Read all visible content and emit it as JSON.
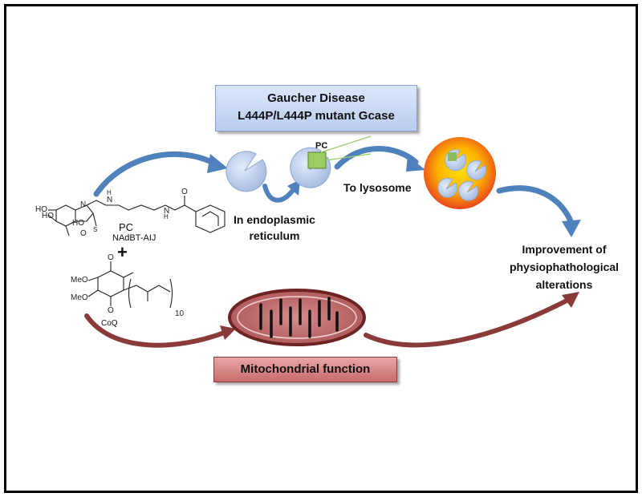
{
  "title": {
    "line1": "Gaucher Disease",
    "line2": "L444P/L444P mutant Gcase"
  },
  "labels": {
    "pc_on_enzyme": "PC",
    "to_lysosome": "To lysosome",
    "in_er_line1": "In endoplasmic",
    "in_er_line2": "reticulum",
    "improvement_line1": "Improvement of",
    "improvement_line2": "physiophathological",
    "improvement_line3": "alterations",
    "mitochondrial_function": "Mitochondrial function"
  },
  "compounds": {
    "pc_label": "PC",
    "pc_name": "NAdBT-AIJ",
    "plus": "+",
    "coq_name": "CoQ",
    "coq_subscript": "10",
    "ho1": "HO",
    "ho2": "HO",
    "ho3": "HO",
    "n_ring": "N",
    "nh1": "H",
    "n_link": "N",
    "nh2": "H",
    "n_amide": "N",
    "s_atom": "S",
    "o_ring": "O",
    "o_amide": "O",
    "meo1": "MeO",
    "meo2": "MeO",
    "o_q1": "O",
    "o_q2": "O"
  },
  "colors": {
    "blue_arrow": "#4f81bd",
    "red_arrow": "#8b3a3a",
    "enzyme": "#b8cbea",
    "pc_square": "#8fbc5a",
    "lysosome_core": "#ffcc00",
    "lysosome_edge": "#e8461e",
    "mitochondrion": "#7a2a2a"
  }
}
